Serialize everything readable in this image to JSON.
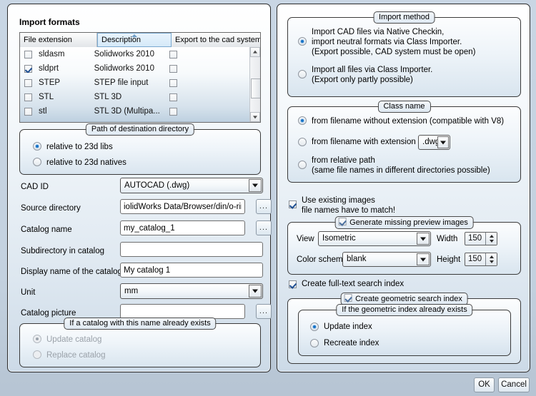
{
  "left": {
    "title": "Import formats",
    "table": {
      "columns": [
        "File extension",
        "Description",
        "Export to the cad system"
      ],
      "sorted_column": "Description",
      "rows": [
        {
          "checked": false,
          "extension": "sldasm",
          "description": "Solidworks 2010",
          "export": false
        },
        {
          "checked": true,
          "extension": "sldprt",
          "description": "Solidworks 2010",
          "export": false
        },
        {
          "checked": false,
          "extension": "STEP",
          "description": "STEP file input",
          "export": false
        },
        {
          "checked": false,
          "extension": "STL",
          "description": "STL 3D",
          "export": false
        },
        {
          "checked": false,
          "extension": "stl",
          "description": "STL 3D (Multipa...",
          "export": false
        }
      ]
    },
    "path_group": {
      "label": "Path of destination directory",
      "options": [
        {
          "label": "relative to 23d libs",
          "selected": true
        },
        {
          "label": "relative to 23d natives",
          "selected": false
        }
      ]
    },
    "fields": {
      "cad_id": {
        "label": "CAD ID",
        "value": "AUTOCAD (.dwg)"
      },
      "source_directory": {
        "label": "Source directory",
        "value": "iolidWorks Data/Browser/din/o-rings",
        "placeholder": ""
      },
      "catalog_name": {
        "label": "Catalog name",
        "value": "my_catalog_1",
        "placeholder": ""
      },
      "subdirectory": {
        "label": "Subdirectory in catalog",
        "value": "",
        "placeholder": ""
      },
      "display_name": {
        "label": "Display name of the catalog",
        "value": "My catalog 1",
        "placeholder": ""
      },
      "unit": {
        "label": "Unit",
        "value": "mm"
      },
      "catalog_picture": {
        "label": "Catalog picture",
        "value": "",
        "placeholder": ""
      }
    },
    "browse_label": "...",
    "exists_group": {
      "label": "If a catalog with this name already exists",
      "disabled": true,
      "options": [
        {
          "label": "Update catalog",
          "selected": true
        },
        {
          "label": "Replace catalog",
          "selected": false
        }
      ]
    }
  },
  "right": {
    "import_method": {
      "label": "Import method",
      "options": [
        {
          "selected": true,
          "lines": [
            "Import CAD files via Native Checkin,",
            "import neutral formats via Class Importer.",
            "(Export possible, CAD system must be open)"
          ]
        },
        {
          "selected": false,
          "lines": [
            "Import all files via Class Importer.",
            "(Export only partly possible)"
          ]
        }
      ]
    },
    "class_name": {
      "label": "Class name",
      "options": [
        {
          "selected": true,
          "lines": [
            "from filename without extension (compatible with V8)"
          ]
        },
        {
          "selected": false,
          "lines": [
            "from filename with extension"
          ],
          "combo": ".dwg"
        },
        {
          "selected": false,
          "lines": [
            "from relative path",
            " (same file names in different directories possible)"
          ]
        }
      ]
    },
    "use_existing_images": {
      "checked": true,
      "lines": [
        "Use existing images",
        "file names have to match!"
      ]
    },
    "preview_group": {
      "label": "Generate missing preview images",
      "checked": true,
      "view": {
        "label": "View",
        "value": "Isometric"
      },
      "color_scheme": {
        "label": "Color scheme",
        "value": "blank"
      },
      "width": {
        "label": "Width",
        "value": "150"
      },
      "height": {
        "label": "Height",
        "value": "150"
      }
    },
    "fulltext_index": {
      "label": "Create full-text search index",
      "checked": true
    },
    "geometric_group": {
      "label": "Create geometric search index",
      "checked": true,
      "inner": {
        "label": "If the geometric index already exists",
        "options": [
          {
            "label": "Update index",
            "selected": true
          },
          {
            "label": "Recreate index",
            "selected": false
          }
        ]
      }
    }
  },
  "footer": {
    "ok_label": "OK",
    "cancel_label": "Cancel"
  },
  "colors": {
    "background": "#c3d1df",
    "panel_top": "#ffffff",
    "panel_bottom": "#ccdae7",
    "accent_selection": "#1673c8",
    "sorted_header": "#d5e9f8",
    "disabled_text": "#9aa1a9"
  }
}
